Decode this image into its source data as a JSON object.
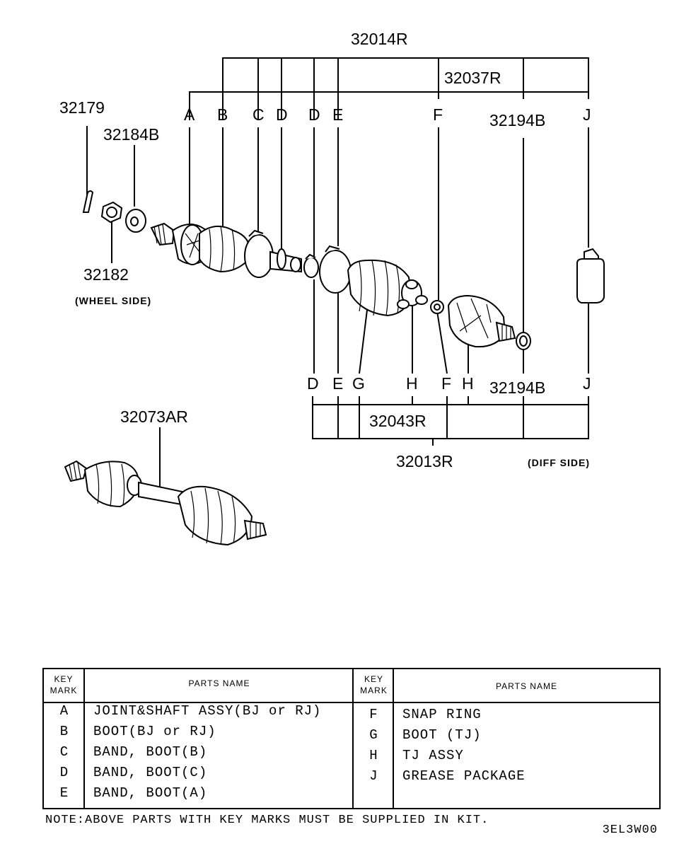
{
  "diagram": {
    "part_numbers": {
      "p32014R": "32014R",
      "p32037R": "32037R",
      "p32179": "32179",
      "p32184B": "32184B",
      "p32194B_top": "32194B",
      "p32182": "32182",
      "p32194B_bottom": "32194B",
      "p32043R": "32043R",
      "p32013R": "32013R",
      "p32073AR": "32073AR"
    },
    "side_labels": {
      "wheel_side": "(WHEEL SIDE)",
      "diff_side": "(DIFF SIDE)"
    },
    "key_marks_top": [
      "A",
      "B",
      "C",
      "D",
      "D",
      "E",
      "F",
      "J"
    ],
    "key_marks_bottom": [
      "D",
      "E",
      "G",
      "H",
      "F",
      "H",
      "J"
    ]
  },
  "table": {
    "headers": {
      "key_mark_line1": "KEY",
      "key_mark_line2": "MARK",
      "parts_name": "PARTS NAME"
    },
    "left_rows": [
      {
        "mark": "A",
        "name": "JOINT&SHAFT ASSY(BJ or RJ)"
      },
      {
        "mark": "B",
        "name": "BOOT(BJ or RJ)"
      },
      {
        "mark": "C",
        "name": "BAND, BOOT(B)"
      },
      {
        "mark": "D",
        "name": "BAND, BOOT(C)"
      },
      {
        "mark": "E",
        "name": "BAND, BOOT(A)"
      }
    ],
    "right_rows": [
      {
        "mark": "F",
        "name": "SNAP RING"
      },
      {
        "mark": "G",
        "name": "BOOT (TJ)"
      },
      {
        "mark": "H",
        "name": "TJ ASSY"
      },
      {
        "mark": "J",
        "name": "GREASE PACKAGE"
      }
    ]
  },
  "note": "NOTE:ABOVE PARTS WITH KEY MARKS MUST BE SUPPLIED IN KIT.",
  "diagram_code": "3EL3W00"
}
